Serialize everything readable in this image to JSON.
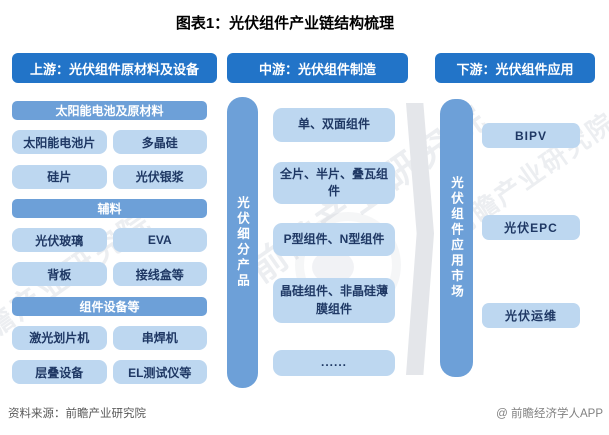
{
  "title": "图表1：光伏组件产业链结构梳理",
  "colors": {
    "header-blue": "#2274C8",
    "band-blue": "#6DA0D8",
    "box-blue": "#BDD7F0",
    "navy": "#1F3864",
    "chevron-gray": "#E4E6EA",
    "source-gray": "#595959",
    "credit-gray": "#808080",
    "watermark-gray": "#9AA6B5"
  },
  "sections": {
    "upstream": {
      "header": "上游：光伏组件原材料及设备",
      "groups": [
        {
          "label": "太阳能电池及原材料",
          "items": [
            "太阳能电池片",
            "多晶硅",
            "硅片",
            "光伏银浆"
          ]
        },
        {
          "label": "辅料",
          "items": [
            "光伏玻璃",
            "EVA",
            "背板",
            "接线盒等"
          ]
        },
        {
          "label": "组件设备等",
          "items": [
            "激光划片机",
            "串焊机",
            "层叠设备",
            "EL测试仪等"
          ]
        }
      ]
    },
    "midstream": {
      "header": "中游：光伏组件制造",
      "bar_label": "光伏细分产品",
      "items": [
        "单、双面组件",
        "全片、半片、叠瓦组件",
        "P型组件、N型组件",
        "晶硅组件、非晶硅薄膜组件",
        "......"
      ]
    },
    "downstream": {
      "header": "下游：光伏组件应用",
      "bar_label": "光伏组件应用市场",
      "items": [
        "BIPV",
        "光伏EPC",
        "光伏运维"
      ]
    }
  },
  "footer": {
    "source": "资料来源：前瞻产业研究院",
    "credit": "@ 前瞻经济学人APP"
  },
  "watermark": {
    "text": "前瞻产业研究院"
  }
}
